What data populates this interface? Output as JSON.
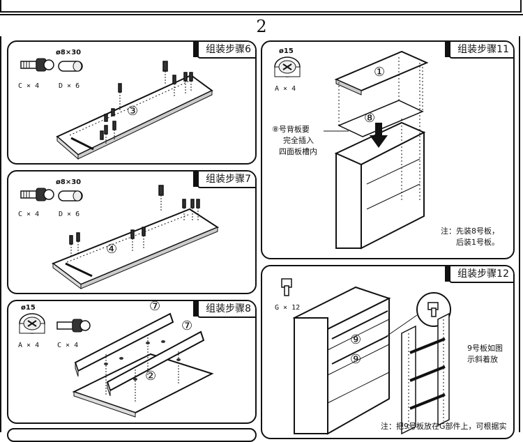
{
  "page_number": "2",
  "panels": {
    "step6": {
      "title": "组装步骤6",
      "parts": [
        {
          "dim": "",
          "qty": "C × 4"
        },
        {
          "dim": "ø8×30",
          "qty": "D × 6"
        }
      ],
      "board_number": "③"
    },
    "step7": {
      "title": "组装步骤7",
      "parts": [
        {
          "dim": "",
          "qty": "C × 4"
        },
        {
          "dim": "ø8×30",
          "qty": "D × 6"
        }
      ],
      "board_number": "④"
    },
    "step8": {
      "title": "组装步骤8",
      "parts": [
        {
          "dim": "ø15",
          "qty": "A × 4"
        },
        {
          "dim": "",
          "qty": "C × 4"
        }
      ],
      "board_numbers": [
        "⑦",
        "⑦",
        "②"
      ]
    },
    "step11": {
      "title": "组装步骤11",
      "parts": [
        {
          "dim": "ø15",
          "qty": "A × 4"
        }
      ],
      "board_numbers": [
        "①",
        "⑧"
      ],
      "callout": [
        "⑧号背板要",
        "完全插入",
        "四面板槽内"
      ],
      "note": [
        "注：先装8号板，",
        "后装1号板。"
      ]
    },
    "step12": {
      "title": "组装步骤12",
      "parts": [
        {
          "dim": "",
          "qty": "G × 12"
        }
      ],
      "board_numbers": [
        "⑨",
        "⑨"
      ],
      "callout": [
        "9号板如图",
        "示斜着放"
      ],
      "note": [
        "注：把9号板放在G部件上，可根据实"
      ]
    }
  }
}
